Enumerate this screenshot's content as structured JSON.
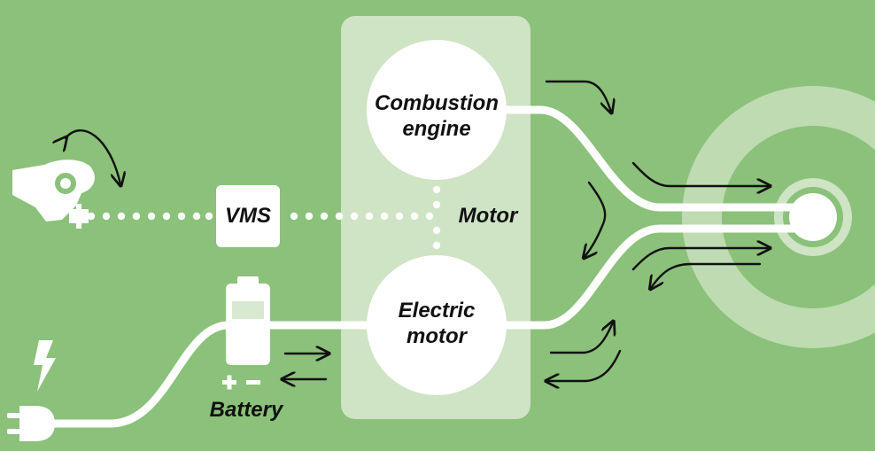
{
  "colors": {
    "background": "#8bc17a",
    "motor_panel": "#cfe3c5",
    "white": "#ffffff",
    "ink": "#111111"
  },
  "labels": {
    "combustion_engine": [
      "Combustion",
      "engine"
    ],
    "electric_motor": [
      "Electric",
      "motor"
    ],
    "motor": "Motor",
    "vms": "VMS",
    "battery": "Battery"
  },
  "icons": {
    "throttle": "hand-pedal-icon",
    "power": "lightning-bolt-icon",
    "plug": "power-plug-icon",
    "battery": "battery-icon",
    "wheel": "wheel-target-icon"
  }
}
